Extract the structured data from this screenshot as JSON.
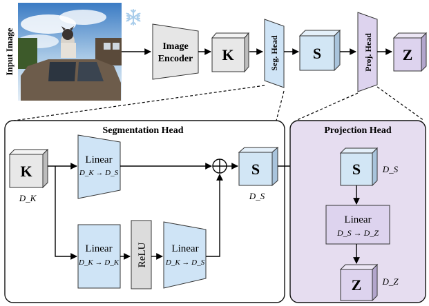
{
  "top": {
    "input_label": "Input Image",
    "encoder_label_line1": "Image",
    "encoder_label_line2": "Encoder",
    "k": "K",
    "seg_head": "Seg. Head",
    "s": "S",
    "proj_head": "Proj. Head",
    "z": "Z"
  },
  "seg_panel": {
    "title": "Segmentation Head",
    "k": "K",
    "k_dim": "D_K",
    "linear_top": {
      "title": "Linear",
      "map": "D_K → D_S"
    },
    "linear_bottom_left": {
      "title": "Linear",
      "map": "D_K → D_K"
    },
    "relu": "ReLU",
    "linear_bottom_right": {
      "title": "Linear",
      "map": "D_K → D_S"
    },
    "plus": "⊕",
    "s": "S",
    "s_dim": "D_S"
  },
  "proj_panel": {
    "title": "Projection Head",
    "s": "S",
    "s_dim": "D_S",
    "linear": {
      "title": "Linear",
      "map": "D_S → D_Z"
    },
    "z": "Z",
    "z_dim": "D_Z"
  },
  "colors": {
    "panel_fill_proj": "#e6ddf0",
    "cube_blue": "#d2e6f5",
    "cube_purple": "#ddd3ee",
    "cube_gray": "#e8e8e8",
    "trap_blue": "#cfe4f6",
    "trap_gray": "#e6e6e6",
    "snowflake": "#a9cdeb"
  },
  "icons": [
    "snowflake-icon",
    "plus-circle-icon"
  ]
}
